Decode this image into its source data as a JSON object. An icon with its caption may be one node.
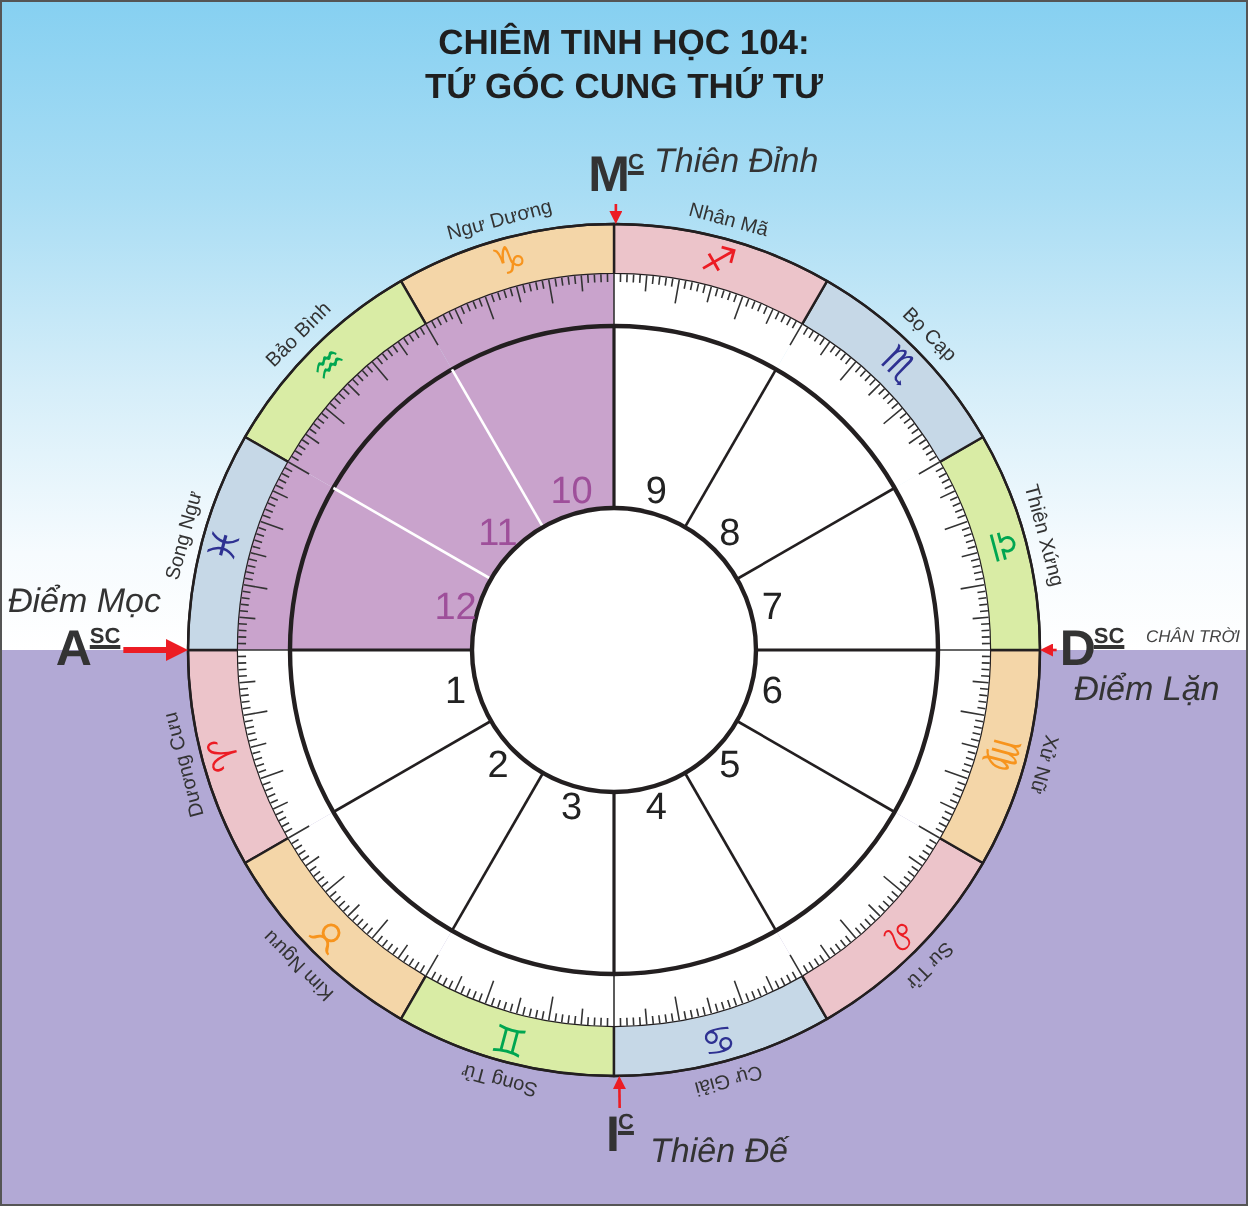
{
  "diagram": {
    "title": "CHIÊM TINH HỌC 104: TỨ GÓC CUNG THỨ TƯ",
    "nodes": [
      {
        "text": [],
        "shape": "circle"
      },
      {
        "text": [
          "Dương Cưu",
          "♈"
        ],
        "in": 0
      },
      {
        "text": [
          "Kim Ngưu",
          "♉"
        ],
        "in": 0
      },
      {
        "text": [
          "Song Tử",
          "♊"
        ],
        "in": 0
      },
      {
        "text": [
          "Cự Giải",
          "♋"
        ],
        "in": 0
      },
      {
        "text": [
          "Sư Tử",
          "♌"
        ],
        "in": 0
      },
      {
        "text": [
          "Xử Nữ",
          "♍"
        ],
        "in": 0
      },
      {
        "text": [
          "Thiên Xứng",
          "♎"
        ],
        "in": 0
      },
      {
        "text": [
          "Bọ Cạp",
          "♏"
        ],
        "in": 0
      },
      {
        "text": [
          "Nhân Mã",
          "♐"
        ],
        "in": 0
      },
      {
        "text": [
          "Ngư Dương",
          "♑"
        ],
        "in": 0
      },
      {
        "text": [
          "Bảo Bình",
          "♒"
        ],
        "in": 0
      },
      {
        "text": [
          "Song Ngư",
          "♓"
        ],
        "in": 0
      },
      {
        "text": [
          "1"
        ],
        "in": 0
      },
      {
        "text": [
          "2"
        ],
        "in": 0
      },
      {
        "text": [
          "3"
        ],
        "in": 0
      },
      {
        "text": [
          "4"
        ],
        "in": 0
      },
      {
        "text": [
          "5"
        ],
        "in": 0
      },
      {
        "text": [
          "6"
        ],
        "in": 0
      },
      {
        "text": [
          "7"
        ],
        "in": 0
      },
      {
        "text": [
          "8"
        ],
        "in": 0
      },
      {
        "text": [
          "9"
        ],
        "in": 0
      },
      {
        "text": [
          "10"
        ],
        "in": 0
      },
      {
        "text": [
          "11"
        ],
        "in": 0
      },
      {
        "text": [
          "12"
        ],
        "in": 0
      },
      {
        "text": [
          "A$^{SC}$"
        ],
        "beside": [
          "Điểm Mọc"
        ]
      },
      {
        "text": [
          "M$^{C}$"
        ],
        "beside": [
          "Thiên Đỉnh"
        ]
      },
      {
        "text": [
          "D$^{SC}$"
        ],
        "beside": [
          "Điểm Lặn"
        ]
      },
      {
        "text": [
          "I$^{C}$"
        ],
        "beside": [
          "Thiên Đế"
        ]
      }
    ],
    "edges": [
      {
        "from": 25,
        "to": 0,
        "arrow": "to",
        "style": "thick"
      },
      {
        "from": 26,
        "to": 0,
        "arrow": "to"
      },
      {
        "from": 27,
        "to": 0,
        "arrow": "to"
      },
      {
        "from": 28,
        "to": 0,
        "arrow": "to"
      }
    ],
    "labels": [
      "CHÂN TRỜI"
    ]
  }
}
